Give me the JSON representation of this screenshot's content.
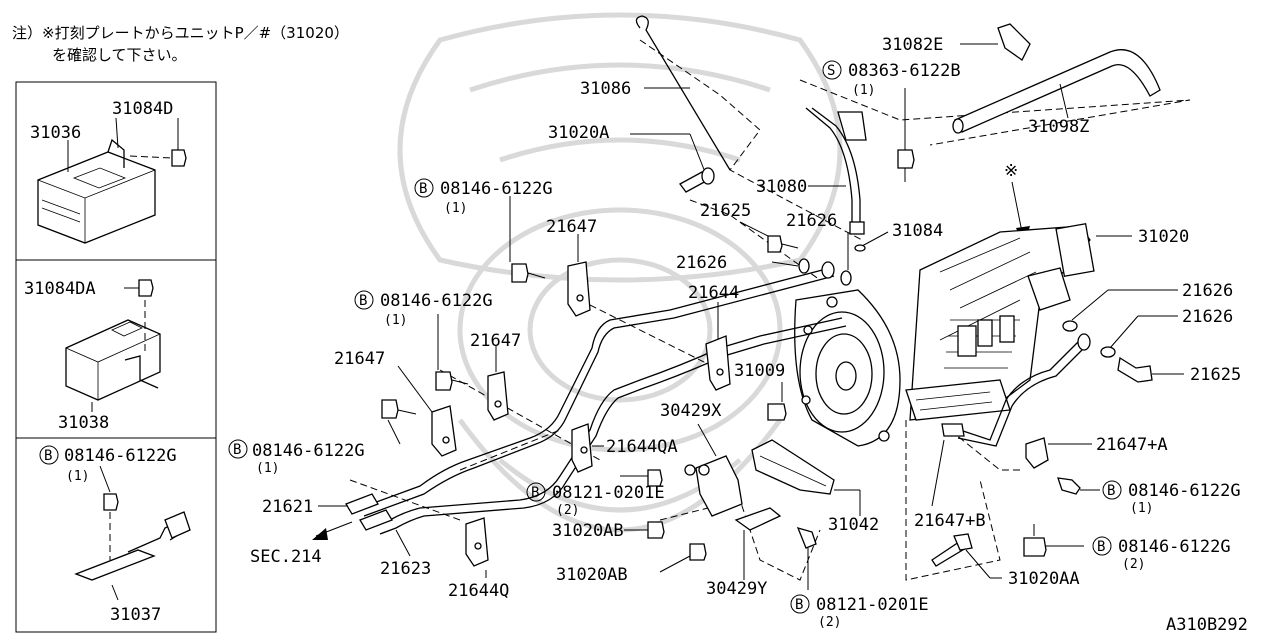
{
  "note": {
    "line1": "注）※打刻プレートからユニットP／#（31020）",
    "line2": "を確認して下さい。"
  },
  "bolt_symbol": "B",
  "screw_symbol": "S",
  "star_mark": "※",
  "left_panels": {
    "panel1": {
      "labels": [
        "31036",
        "31084D"
      ]
    },
    "panel2": {
      "labels": [
        "31084DA",
        "31038"
      ]
    },
    "panel3": {
      "bolt": "08146-6122G",
      "bolt_qty": "(1)",
      "labels": [
        "31037"
      ]
    }
  },
  "callouts": {
    "p31082E": "31082E",
    "p08363": "08363-6122B",
    "p08363_qty": "(1)",
    "p31086": "31086",
    "p31098Z": "31098Z",
    "p31020A": "31020A",
    "p31080": "31080",
    "p08146a": "08146-6122G",
    "p08146a_qty": "(1)",
    "p21625a": "21625",
    "p21626a": "21626",
    "p31084": "31084",
    "p31020": "31020",
    "p21647a": "21647",
    "p21626b": "21626",
    "p21626c": "21626",
    "p21626d": "21626",
    "p21644": "21644",
    "p08146b": "08146-6122G",
    "p08146b_qty": "(1)",
    "p21647b": "21647",
    "p21625b": "21625",
    "p21647c": "21647",
    "p31009": "31009",
    "p30429X": "30429X",
    "p08146c": "08146-6122G",
    "p08146c_qty": "(1)",
    "p21644QA": "21644QA",
    "p21647pA": "21647+A",
    "p08146d": "08146-6122G",
    "p08146d_qty": "(1)",
    "p21621": "21621",
    "p08121a": "08121-0201E",
    "p08121a_qty": "(2)",
    "p31042": "31042",
    "p31020AB1": "31020AB",
    "p21647pB": "21647+B",
    "p08146e": "08146-6122G",
    "p08146e_qty": "(2)",
    "sec": "SEC.214",
    "p21623": "21623",
    "p21644Q": "21644Q",
    "p31020AB2": "31020AB",
    "p30429Y": "30429Y",
    "p31020AA": "31020AA",
    "p08121b": "08121-0201E",
    "p08121b_qty": "(2)"
  },
  "figure_code": "A310B292"
}
